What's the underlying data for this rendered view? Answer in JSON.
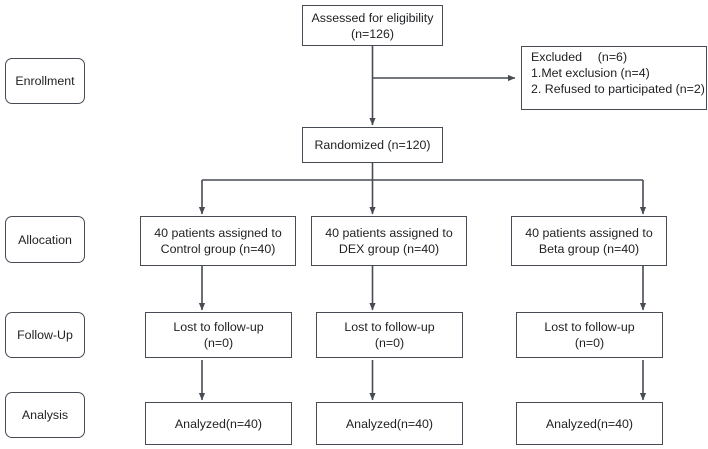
{
  "diagram": {
    "type": "consort-flow-diagram",
    "stroke_color": "#474c54",
    "text_color": "#1d1f22",
    "background": "#ffffff"
  },
  "stages": [
    {
      "label": "Enrollment"
    },
    {
      "label": "Allocation"
    },
    {
      "label": "Follow-Up"
    },
    {
      "label": "Analysis"
    }
  ],
  "nodes": {
    "assessed": {
      "line1": "Assessed for eligibility",
      "line2": "(n=126)"
    },
    "excluded": {
      "line1": "Excluded  (n=6)",
      "line2": "1.Met exclusion (n=4)",
      "line3": "2. Refused to participated (n=2)"
    },
    "randomized": {
      "line1": "Randomized (n=120)"
    },
    "alloc_control": {
      "line1": "40 patients assigned to",
      "line2": "Control group (n=40)"
    },
    "alloc_dex": {
      "line1": "40 patients assigned to",
      "line2": "DEX group (n=40)"
    },
    "alloc_beta": {
      "line1": "40 patients assigned to",
      "line2": "Beta group (n=40)"
    },
    "followup_control": {
      "line1": "Lost to follow-up",
      "line2": "(n=0)"
    },
    "followup_dex": {
      "line1": "Lost to follow-up",
      "line2": "(n=0)"
    },
    "followup_beta": {
      "line1": "Lost to follow-up",
      "line2": "(n=0)"
    },
    "analysis_control": {
      "line1": "Analyzed(n=40)"
    },
    "analysis_dex": {
      "line1": "Analyzed(n=40)"
    },
    "analysis_beta": {
      "line1": "Analyzed(n=40)"
    }
  },
  "chart_data": {
    "type": "diagram",
    "title": "CONSORT participant flow",
    "counts": {
      "assessed_for_eligibility": 126,
      "excluded_total": 6,
      "excluded_met_exclusion": 4,
      "excluded_refused": 2,
      "randomized": 120,
      "control_allocated": 40,
      "dex_allocated": 40,
      "beta_allocated": 40,
      "control_lost_to_followup": 0,
      "dex_lost_to_followup": 0,
      "beta_lost_to_followup": 0,
      "control_analyzed": 40,
      "dex_analyzed": 40,
      "beta_analyzed": 40
    }
  }
}
